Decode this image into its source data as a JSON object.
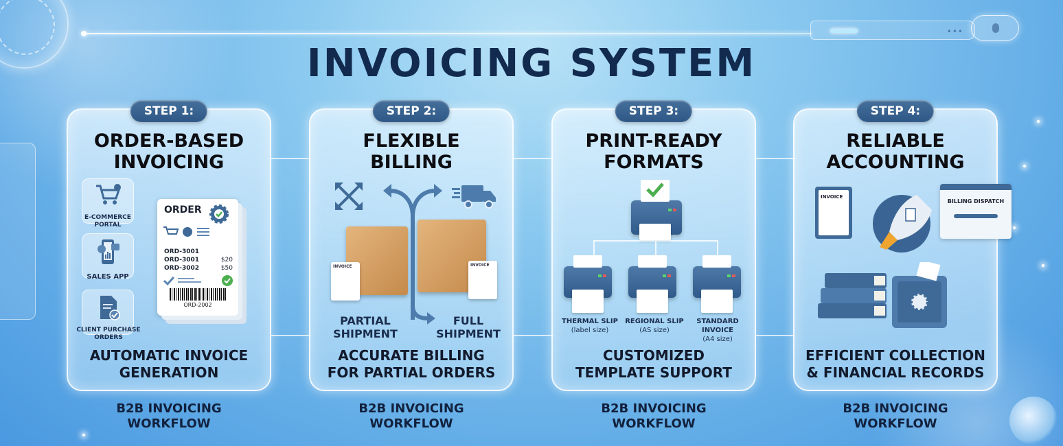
{
  "title": "INVOICING SYSTEM",
  "hud": {
    "dots": "•••"
  },
  "steps": [
    {
      "step_label": "STEP 1:",
      "title_line1": "ORDER-BASED",
      "title_line2": "INVOICING",
      "sources": [
        "E-COMMERCE PORTAL",
        "SALES APP",
        "CLIENT PURCHASE ORDERS"
      ],
      "order_doc": {
        "heading": "ORDER",
        "rows": [
          {
            "id": "ORD-3001",
            "amount": ""
          },
          {
            "id": "ORD-3001",
            "amount": "$20"
          },
          {
            "id": "ORD-3002",
            "amount": "$50"
          }
        ],
        "barcode_label": "ORD-2002"
      },
      "footer_line1": "AUTOMATIC INVOICE",
      "footer_line2": "GENERATION",
      "workflow_line1": "B2B INVOICING",
      "workflow_line2": "WORKFLOW"
    },
    {
      "step_label": "STEP 2:",
      "title_line1": "FLEXIBLE",
      "title_line2": "BILLING",
      "options": [
        {
          "line1": "PARTIAL",
          "line2": "SHIPMENT",
          "doc_label": "INVOICE"
        },
        {
          "line1": "FULL",
          "line2": "SHIPMENT",
          "doc_label": "INVOICE"
        }
      ],
      "footer_line1": "ACCURATE BILLING",
      "footer_line2": "FOR PARTIAL ORDERS",
      "workflow_line1": "B2B INVOICING",
      "workflow_line2": "WORKFLOW"
    },
    {
      "step_label": "STEP 3:",
      "title_line1": "PRINT-READY",
      "title_line2": "FORMATS",
      "formats": [
        {
          "name": "THERMAL SLIP",
          "size": "(label size)"
        },
        {
          "name": "REGIONAL SLIP",
          "size": "(AS size)"
        },
        {
          "name": "STANDARD INVOICE",
          "size": "(A4 size)"
        }
      ],
      "footer_line1": "CUSTOMIZED",
      "footer_line2": "TEMPLATE SUPPORT",
      "workflow_line1": "B2B INVOICING",
      "workflow_line2": "WORKFLOW"
    },
    {
      "step_label": "STEP 4:",
      "title_line1": "RELIABLE",
      "title_line2": "ACCOUNTING",
      "clipboard_label": "INVOICE",
      "window_label": "BILLING DISPATCH",
      "footer_line1": "EFFICIENT COLLECTION",
      "footer_line2": "& FINANCIAL RECORDS",
      "workflow_line1": "B2B INVOICING",
      "workflow_line2": "WORKFLOW"
    }
  ],
  "colors": {
    "title": "#122a4e",
    "pill": "#2e5786",
    "icon_blue": "#3f6a98",
    "check_green": "#4caf50",
    "box_tan": "#d9a666"
  }
}
